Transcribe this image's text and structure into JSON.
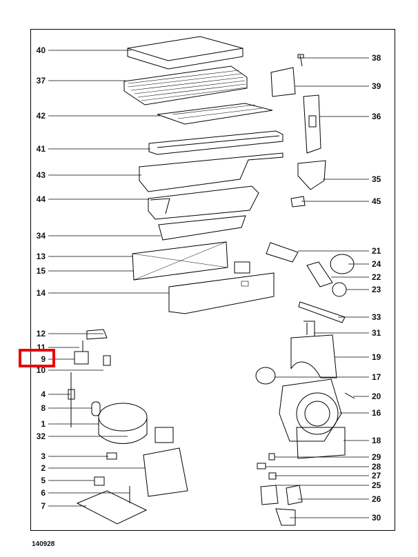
{
  "highlight": {
    "label": "9",
    "color": "#e8000b"
  },
  "footer": {
    "ref": "140928"
  },
  "left_callouts": [
    "40",
    "37",
    "42",
    "41",
    "43",
    "44",
    "34",
    "13",
    "15",
    "14",
    "12",
    "11",
    "9",
    "10",
    "4",
    "8",
    "1",
    "32",
    "3",
    "2",
    "5",
    "6",
    "7"
  ],
  "right_callouts": [
    "38",
    "39",
    "36",
    "35",
    "45",
    "21",
    "24",
    "22",
    "23",
    "33",
    "31",
    "19",
    "17",
    "20",
    "16",
    "18",
    "29",
    "28",
    "27",
    "25",
    "26",
    "30"
  ],
  "labels": {
    "p40": "40",
    "p37": "37",
    "p42": "42",
    "p41": "41",
    "p43": "43",
    "p44": "44",
    "p34": "34",
    "p13": "13",
    "p15": "15",
    "p14": "14",
    "p12": "12",
    "p11": "11",
    "p9": "9",
    "p10": "10",
    "p4": "4",
    "p8": "8",
    "p1": "1",
    "p32": "32",
    "p3": "3",
    "p2": "2",
    "p5": "5",
    "p6": "6",
    "p7": "7",
    "p38": "38",
    "p39": "39",
    "p36": "36",
    "p35": "35",
    "p45": "45",
    "p21": "21",
    "p24": "24",
    "p22": "22",
    "p23": "23",
    "p33": "33",
    "p31": "31",
    "p19": "19",
    "p17": "17",
    "p20": "20",
    "p16": "16",
    "p18": "18",
    "p29": "29",
    "p28": "28",
    "p27": "27",
    "p25": "25",
    "p26": "26",
    "p30": "30"
  }
}
